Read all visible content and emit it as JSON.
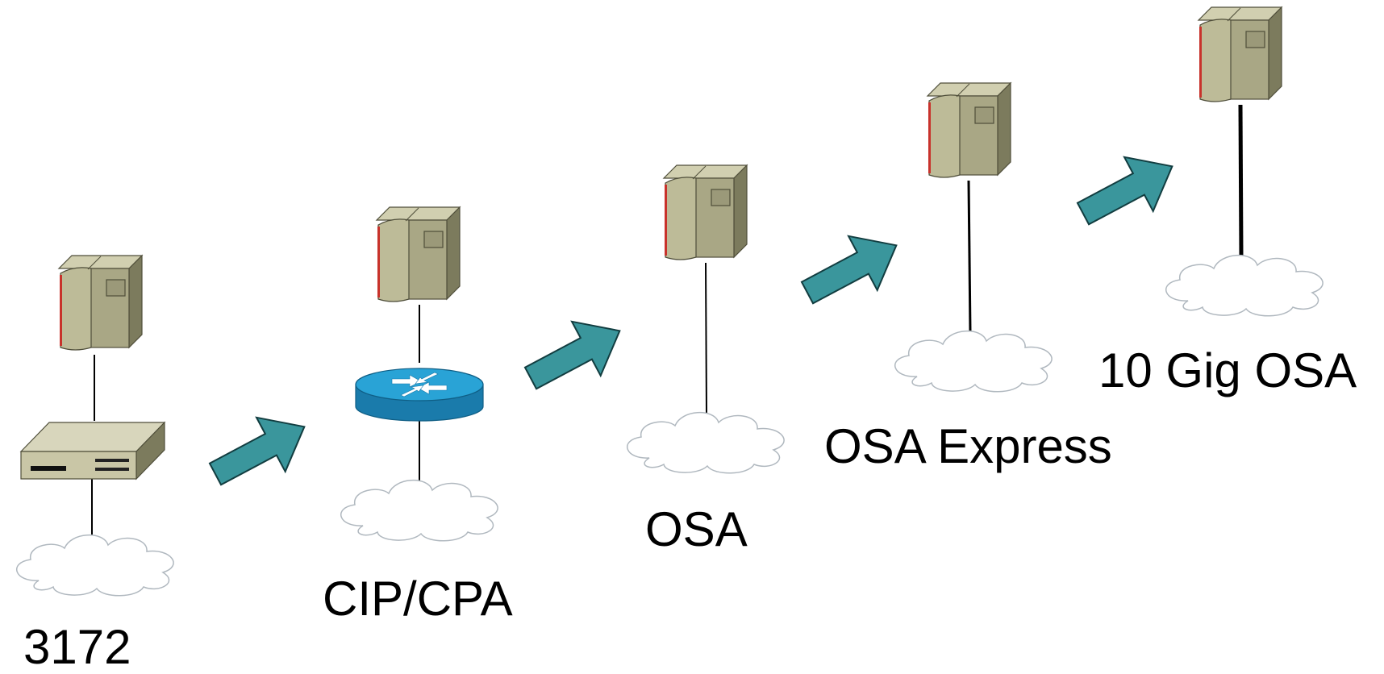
{
  "stages": [
    {
      "label": "3172",
      "device": "3172 controller"
    },
    {
      "label": "CIP/CPA",
      "device": "router"
    },
    {
      "label": "OSA",
      "device": "none"
    },
    {
      "label": "OSA Express",
      "device": "none"
    },
    {
      "label": "10 Gig OSA",
      "device": "none"
    }
  ],
  "colors": {
    "arrow_fill": "#3a969c",
    "arrow_stroke": "#123d40",
    "mainframe_front": "#b9b694",
    "mainframe_side": "#7c7b5d",
    "mainframe_top": "#d1cfb0",
    "mainframe_stripe": "#c8322b",
    "router_top": "#29a3d6",
    "router_side": "#1a7bab",
    "cloud_stroke": "#b0b8bf",
    "controller_front": "#c9c6a6"
  },
  "icons": [
    "mainframe-icon",
    "controller-3172-icon",
    "router-icon",
    "cloud-icon",
    "arrow-icon"
  ]
}
